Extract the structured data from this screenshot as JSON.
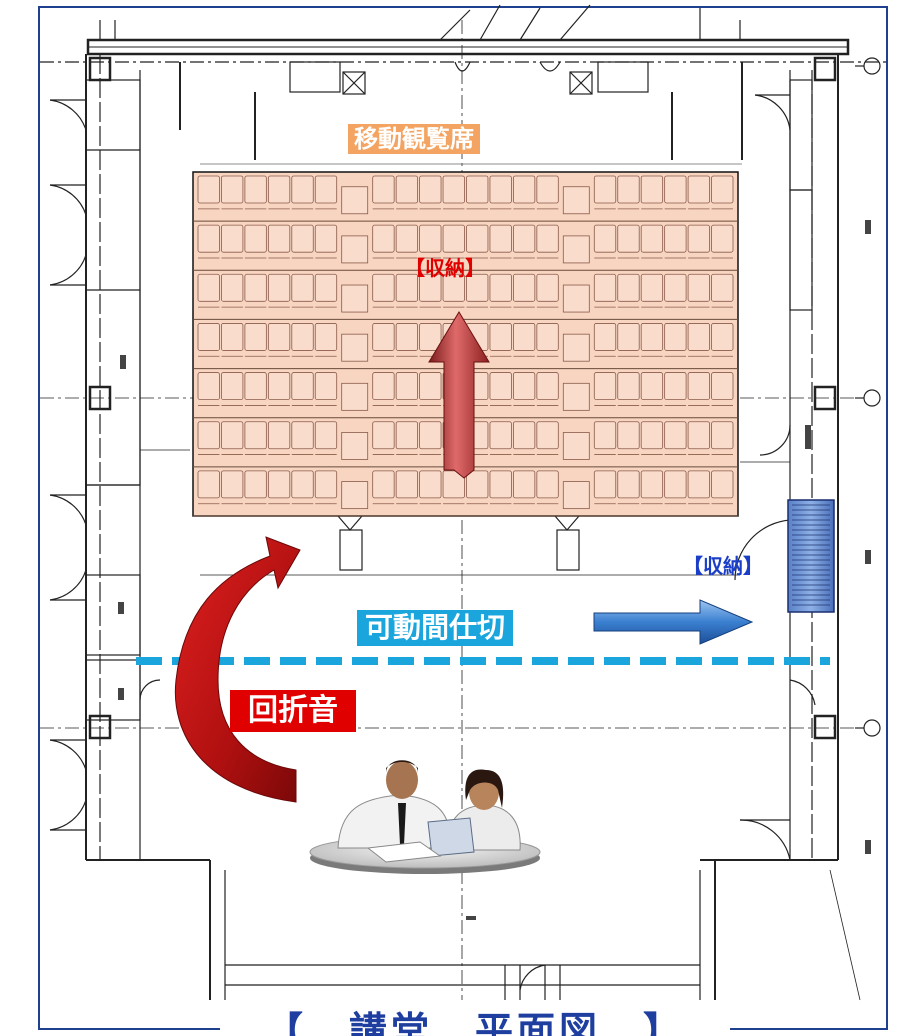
{
  "labels": {
    "seating": "移動観覧席",
    "storage_top": "【収納】",
    "storage_right": "【収納】",
    "partition": "可動間仕切",
    "diffraction": "回折音",
    "page_title": "【　講堂　平面図　】"
  },
  "seating": {
    "rows": 7,
    "groups": [
      {
        "name": "left",
        "seats_per_row": 6
      },
      {
        "name": "center",
        "seats_per_row": 8
      },
      {
        "name": "right",
        "seats_per_row": 6
      }
    ]
  },
  "colors": {
    "frame": "#1f3f8f",
    "seating_fill": "#f7d5c0",
    "seat_fill": "#f9dccc",
    "seat_outline": "#8a5a4a",
    "partition_line": "#1ba5dd",
    "storage_arrow": "#c23a3a",
    "partition_arrow": "#3a7fd0",
    "curved_arrow": "#c01010",
    "label_seating": "#f4a462",
    "label_partition": "#1ba5dd",
    "label_diffraction": "#e00000"
  }
}
